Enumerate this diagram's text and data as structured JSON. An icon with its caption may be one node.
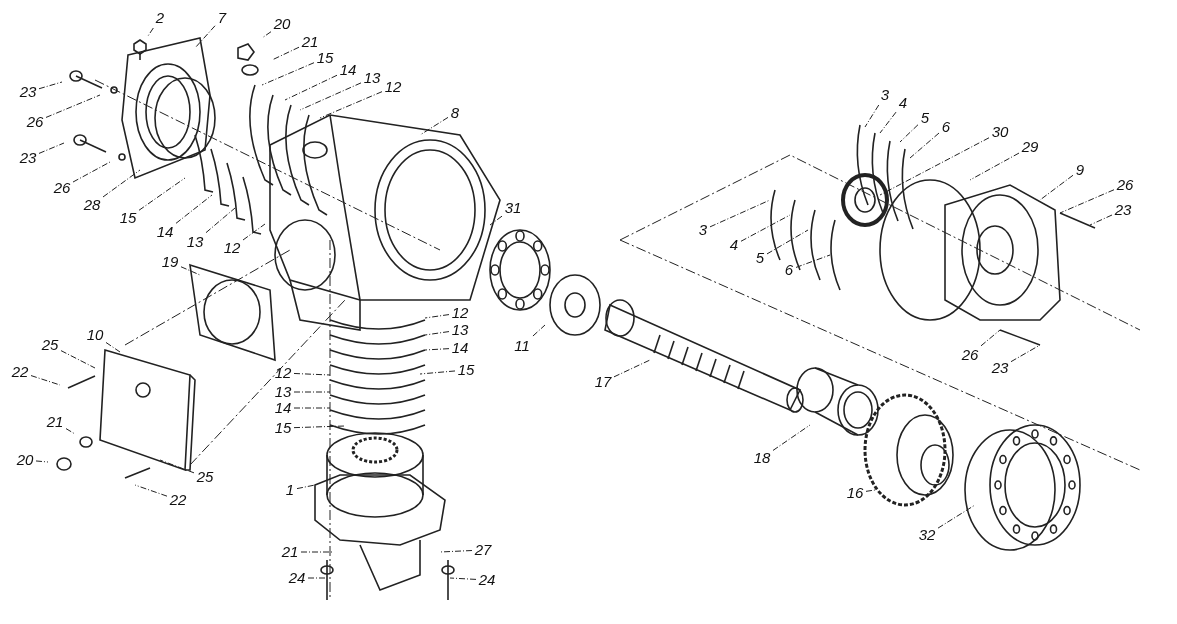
{
  "diagram": {
    "nodes": [
      {
        "text": [
          "2"
        ]
      },
      {
        "text": [
          "7"
        ]
      },
      {
        "text": [
          "20"
        ]
      },
      {
        "text": [
          "21"
        ]
      },
      {
        "text": [
          "15"
        ]
      },
      {
        "text": [
          "14"
        ]
      },
      {
        "text": [
          "13"
        ]
      },
      {
        "text": [
          "12"
        ]
      },
      {
        "text": [
          "23"
        ]
      },
      {
        "text": [
          "26"
        ]
      },
      {
        "text": [
          "23"
        ]
      },
      {
        "text": [
          "26"
        ]
      },
      {
        "text": [
          "28"
        ]
      },
      {
        "text": [
          "15"
        ]
      },
      {
        "text": [
          "14"
        ]
      },
      {
        "text": [
          "13"
        ]
      },
      {
        "text": [
          "12"
        ]
      },
      {
        "text": [
          "8"
        ]
      },
      {
        "text": [
          "31"
        ]
      },
      {
        "text": [
          "19"
        ]
      },
      {
        "text": [
          "10"
        ]
      },
      {
        "text": [
          "25"
        ]
      },
      {
        "text": [
          "22"
        ]
      },
      {
        "text": [
          "21"
        ]
      },
      {
        "text": [
          "20"
        ]
      },
      {
        "text": [
          "25"
        ]
      },
      {
        "text": [
          "22"
        ]
      },
      {
        "text": [
          "12"
        ]
      },
      {
        "text": [
          "13"
        ]
      },
      {
        "text": [
          "14"
        ]
      },
      {
        "text": [
          "15"
        ]
      },
      {
        "text": [
          "12"
        ]
      },
      {
        "text": [
          "13"
        ]
      },
      {
        "text": [
          "14"
        ]
      },
      {
        "text": [
          "15"
        ]
      },
      {
        "text": [
          "1"
        ]
      },
      {
        "text": [
          "21"
        ]
      },
      {
        "text": [
          "27"
        ]
      },
      {
        "text": [
          "24"
        ]
      },
      {
        "text": [
          "24"
        ]
      },
      {
        "text": [
          "11"
        ]
      },
      {
        "text": [
          "17"
        ]
      },
      {
        "text": [
          "18"
        ]
      },
      {
        "text": [
          "16"
        ]
      },
      {
        "text": [
          "32"
        ]
      },
      {
        "text": [
          "3"
        ]
      },
      {
        "text": [
          "4"
        ]
      },
      {
        "text": [
          "5"
        ]
      },
      {
        "text": [
          "6"
        ]
      },
      {
        "text": [
          "30"
        ]
      },
      {
        "text": [
          "29"
        ]
      },
      {
        "text": [
          "9"
        ]
      },
      {
        "text": [
          "26"
        ]
      },
      {
        "text": [
          "23"
        ]
      },
      {
        "text": [
          "3"
        ]
      },
      {
        "text": [
          "4"
        ]
      },
      {
        "text": [
          "5"
        ]
      },
      {
        "text": [
          "6"
        ]
      },
      {
        "text": [
          "26"
        ]
      },
      {
        "text": [
          "23"
        ]
      }
    ],
    "edges": [
      {
        "from": 0,
        "to": null,
        "arrow": "none",
        "style": "dashed"
      },
      {
        "from": 1,
        "to": null,
        "arrow": "none",
        "style": "dashed"
      },
      {
        "from": 2,
        "to": null,
        "arrow": "none",
        "style": "dashed"
      },
      {
        "from": 3,
        "to": null,
        "arrow": "none",
        "style": "dashed"
      },
      {
        "from": 4,
        "to": null,
        "arrow": "none",
        "style": "dashed"
      },
      {
        "from": 5,
        "to": null,
        "arrow": "none",
        "style": "dashed"
      },
      {
        "from": 6,
        "to": null,
        "arrow": "none",
        "style": "dashed"
      },
      {
        "from": 7,
        "to": null,
        "arrow": "none",
        "style": "dashed"
      },
      {
        "from": 8,
        "to": null,
        "arrow": "none",
        "style": "dashed"
      },
      {
        "from": 9,
        "to": null,
        "arrow": "none",
        "style": "dashed"
      },
      {
        "from": 10,
        "to": null,
        "arrow": "none",
        "style": "dashed"
      },
      {
        "from": 11,
        "to": null,
        "arrow": "none",
        "style": "dashed"
      },
      {
        "from": 12,
        "to": null,
        "arrow": "none",
        "style": "dashed"
      },
      {
        "from": 13,
        "to": null,
        "arrow": "none",
        "style": "dashed"
      },
      {
        "from": 14,
        "to": null,
        "arrow": "none",
        "style": "dashed"
      },
      {
        "from": 15,
        "to": null,
        "arrow": "none",
        "style": "dashed"
      },
      {
        "from": 16,
        "to": null,
        "arrow": "none",
        "style": "dashed"
      },
      {
        "from": 17,
        "to": null,
        "arrow": "none",
        "style": "dashed"
      },
      {
        "from": 18,
        "to": null,
        "arrow": "none",
        "style": "dashed"
      },
      {
        "from": 19,
        "to": null,
        "arrow": "none",
        "style": "dashed"
      },
      {
        "from": 20,
        "to": null,
        "arrow": "none",
        "style": "dashed"
      },
      {
        "from": 21,
        "to": null,
        "arrow": "none",
        "style": "dashed"
      },
      {
        "from": 22,
        "to": null,
        "arrow": "none",
        "style": "dashed"
      },
      {
        "from": 23,
        "to": null,
        "arrow": "none",
        "style": "dashed"
      },
      {
        "from": 24,
        "to": null,
        "arrow": "none",
        "style": "dashed"
      },
      {
        "from": 25,
        "to": null,
        "arrow": "none",
        "style": "dashed"
      },
      {
        "from": 26,
        "to": null,
        "arrow": "none",
        "style": "dashed"
      },
      {
        "from": 27,
        "to": null,
        "arrow": "none",
        "style": "dashed"
      },
      {
        "from": 28,
        "to": null,
        "arrow": "none",
        "style": "dashed"
      },
      {
        "from": 29,
        "to": null,
        "arrow": "none",
        "style": "dashed"
      },
      {
        "from": 30,
        "to": null,
        "arrow": "none",
        "style": "dashed"
      },
      {
        "from": 31,
        "to": null,
        "arrow": "none",
        "style": "dashed"
      },
      {
        "from": 32,
        "to": null,
        "arrow": "none",
        "style": "dashed"
      },
      {
        "from": 33,
        "to": null,
        "arrow": "none",
        "style": "dashed"
      },
      {
        "from": 34,
        "to": null,
        "arrow": "none",
        "style": "dashed"
      },
      {
        "from": 35,
        "to": null,
        "arrow": "none",
        "style": "dashed"
      },
      {
        "from": 36,
        "to": null,
        "arrow": "none",
        "style": "dashed"
      },
      {
        "from": 37,
        "to": null,
        "arrow": "none",
        "style": "dashed"
      },
      {
        "from": 38,
        "to": null,
        "arrow": "none",
        "style": "dashed"
      },
      {
        "from": 39,
        "to": null,
        "arrow": "none",
        "style": "dashed"
      },
      {
        "from": 40,
        "to": null,
        "arrow": "none",
        "style": "dashed"
      },
      {
        "from": 41,
        "to": null,
        "arrow": "none",
        "style": "dashed"
      },
      {
        "from": 42,
        "to": null,
        "arrow": "none",
        "style": "dashed"
      },
      {
        "from": 43,
        "to": null,
        "arrow": "none",
        "style": "dashed"
      },
      {
        "from": 44,
        "to": null,
        "arrow": "none",
        "style": "dashed"
      },
      {
        "from": 45,
        "to": null,
        "arrow": "none",
        "style": "dashed"
      },
      {
        "from": 46,
        "to": null,
        "arrow": "none",
        "style": "dashed"
      },
      {
        "from": 47,
        "to": null,
        "arrow": "none",
        "style": "dashed"
      },
      {
        "from": 48,
        "to": null,
        "arrow": "none",
        "style": "dashed"
      },
      {
        "from": 49,
        "to": null,
        "arrow": "none",
        "style": "dashed"
      },
      {
        "from": 50,
        "to": null,
        "arrow": "none",
        "style": "dashed"
      },
      {
        "from": 51,
        "to": null,
        "arrow": "none",
        "style": "dashed"
      },
      {
        "from": 52,
        "to": null,
        "arrow": "none",
        "style": "dashed"
      },
      {
        "from": 53,
        "to": null,
        "arrow": "none",
        "style": "dashed"
      },
      {
        "from": 54,
        "to": null,
        "arrow": "none",
        "style": "dashed"
      },
      {
        "from": 55,
        "to": null,
        "arrow": "none",
        "style": "dashed"
      },
      {
        "from": 56,
        "to": null,
        "arrow": "none",
        "style": "dashed"
      },
      {
        "from": 57,
        "to": null,
        "arrow": "none",
        "style": "dashed"
      },
      {
        "from": 58,
        "to": null,
        "arrow": "none",
        "style": "dashed"
      },
      {
        "from": 59,
        "to": null,
        "arrow": "none",
        "style": "dashed"
      }
    ]
  }
}
